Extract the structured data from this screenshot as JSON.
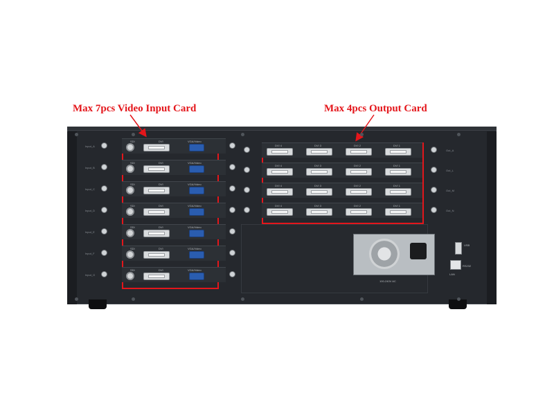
{
  "callouts": {
    "input": "Max 7pcs Video Input Card",
    "output": "Max 4pcs Output Card"
  },
  "colors": {
    "callout": "#e4161b",
    "chassis": "#25282d",
    "vga": "#2a5db0"
  },
  "input_rows": [
    {
      "label": "Input_A",
      "sdi": "SDI",
      "dvi": "DVI",
      "vga": "VGA/Video"
    },
    {
      "label": "Input_B",
      "sdi": "SDI",
      "dvi": "DVI",
      "vga": "VGA/Video"
    },
    {
      "label": "Input_C",
      "sdi": "SDI",
      "dvi": "DVI",
      "vga": "VGA/Video"
    },
    {
      "label": "Input_D",
      "sdi": "SDI",
      "dvi": "DVI",
      "vga": "VGA/Video"
    },
    {
      "label": "Input_E",
      "sdi": "SDI",
      "dvi": "DVI",
      "vga": "VGA/Video"
    },
    {
      "label": "Input_F",
      "sdi": "SDI",
      "dvi": "DVI",
      "vga": "VGA/Video"
    },
    {
      "label": "Input_G",
      "sdi": "SDI",
      "dvi": "DVI",
      "vga": "VGA/Video"
    }
  ],
  "output_rows": [
    {
      "label": "Out_A",
      "ports": [
        "DVI 4",
        "DVI 3",
        "DVI 2",
        "DVI 1"
      ]
    },
    {
      "label": "Out_L",
      "ports": [
        "DVI 4",
        "DVI 3",
        "DVI 2",
        "DVI 1"
      ]
    },
    {
      "label": "Out_M",
      "ports": [
        "DVI 4",
        "DVI 3",
        "DVI 2",
        "DVI 1"
      ]
    },
    {
      "label": "Out_N",
      "ports": [
        "DVI 4",
        "DVI 3",
        "DVI 2",
        "DVI 1"
      ]
    }
  ],
  "psu": {
    "voltage_label": "100-240V AC"
  },
  "io": {
    "usb_label": "USB",
    "lan_label": "RS232",
    "lan2_label": "LAN"
  }
}
